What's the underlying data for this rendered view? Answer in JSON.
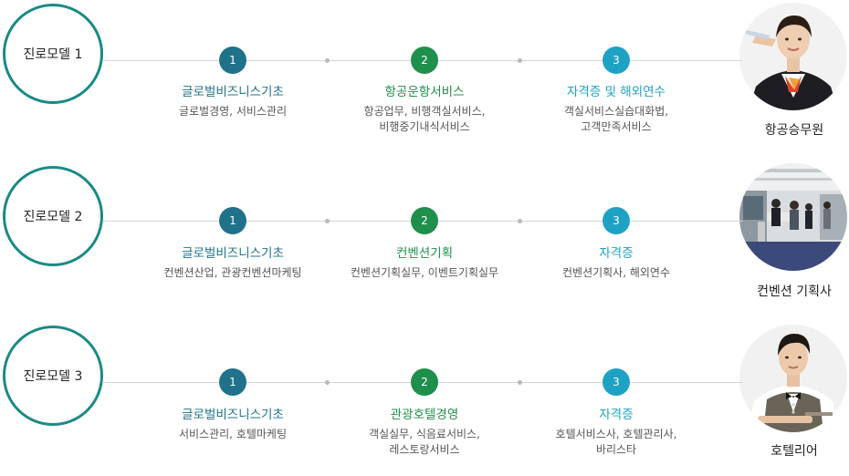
{
  "rows": [
    {
      "model": "진로모델 1",
      "steps": [
        {
          "num": "1",
          "title": "글로벌비즈니스기초",
          "desc": "글로벌경영, 서비스관리"
        },
        {
          "num": "2",
          "title": "항공운항서비스",
          "desc": "항공업무, 비행객실서비스,\n비행중기내식서비스"
        },
        {
          "num": "3",
          "title": "자격증 및 해외연수",
          "desc": "객실서비스실습대화법,\n고객만족서비스"
        }
      ],
      "job": "항공승무원",
      "photo": "flight-attendant-photo"
    },
    {
      "model": "진로모델 2",
      "steps": [
        {
          "num": "1",
          "title": "글로벌비즈니스기초",
          "desc": "컨벤션산업, 관광컨벤션마케팅"
        },
        {
          "num": "2",
          "title": "컨벤션기획",
          "desc": "컨벤션기획실무, 이벤트기획실무"
        },
        {
          "num": "3",
          "title": "자격증",
          "desc": "컨벤션기획사, 해외연수"
        }
      ],
      "job": "컨벤션 기획사",
      "photo": "convention-hall-photo"
    },
    {
      "model": "진로모델 3",
      "steps": [
        {
          "num": "1",
          "title": "글로벌비즈니스기초",
          "desc": "서비스관리, 호텔마케팅"
        },
        {
          "num": "2",
          "title": "관광호텔경영",
          "desc": "객실실무, 식음료서비스,\n레스토랑서비스"
        },
        {
          "num": "3",
          "title": "자격증",
          "desc": "호텔서비스사, 호텔관리사,\n바리스타"
        }
      ],
      "job": "호텔리어",
      "photo": "hotelier-photo"
    }
  ],
  "colors": {
    "model_border": "#1a8a86",
    "step1": "#1f7289",
    "step2": "#1f8f4c",
    "step3": "#1ea2c4"
  }
}
